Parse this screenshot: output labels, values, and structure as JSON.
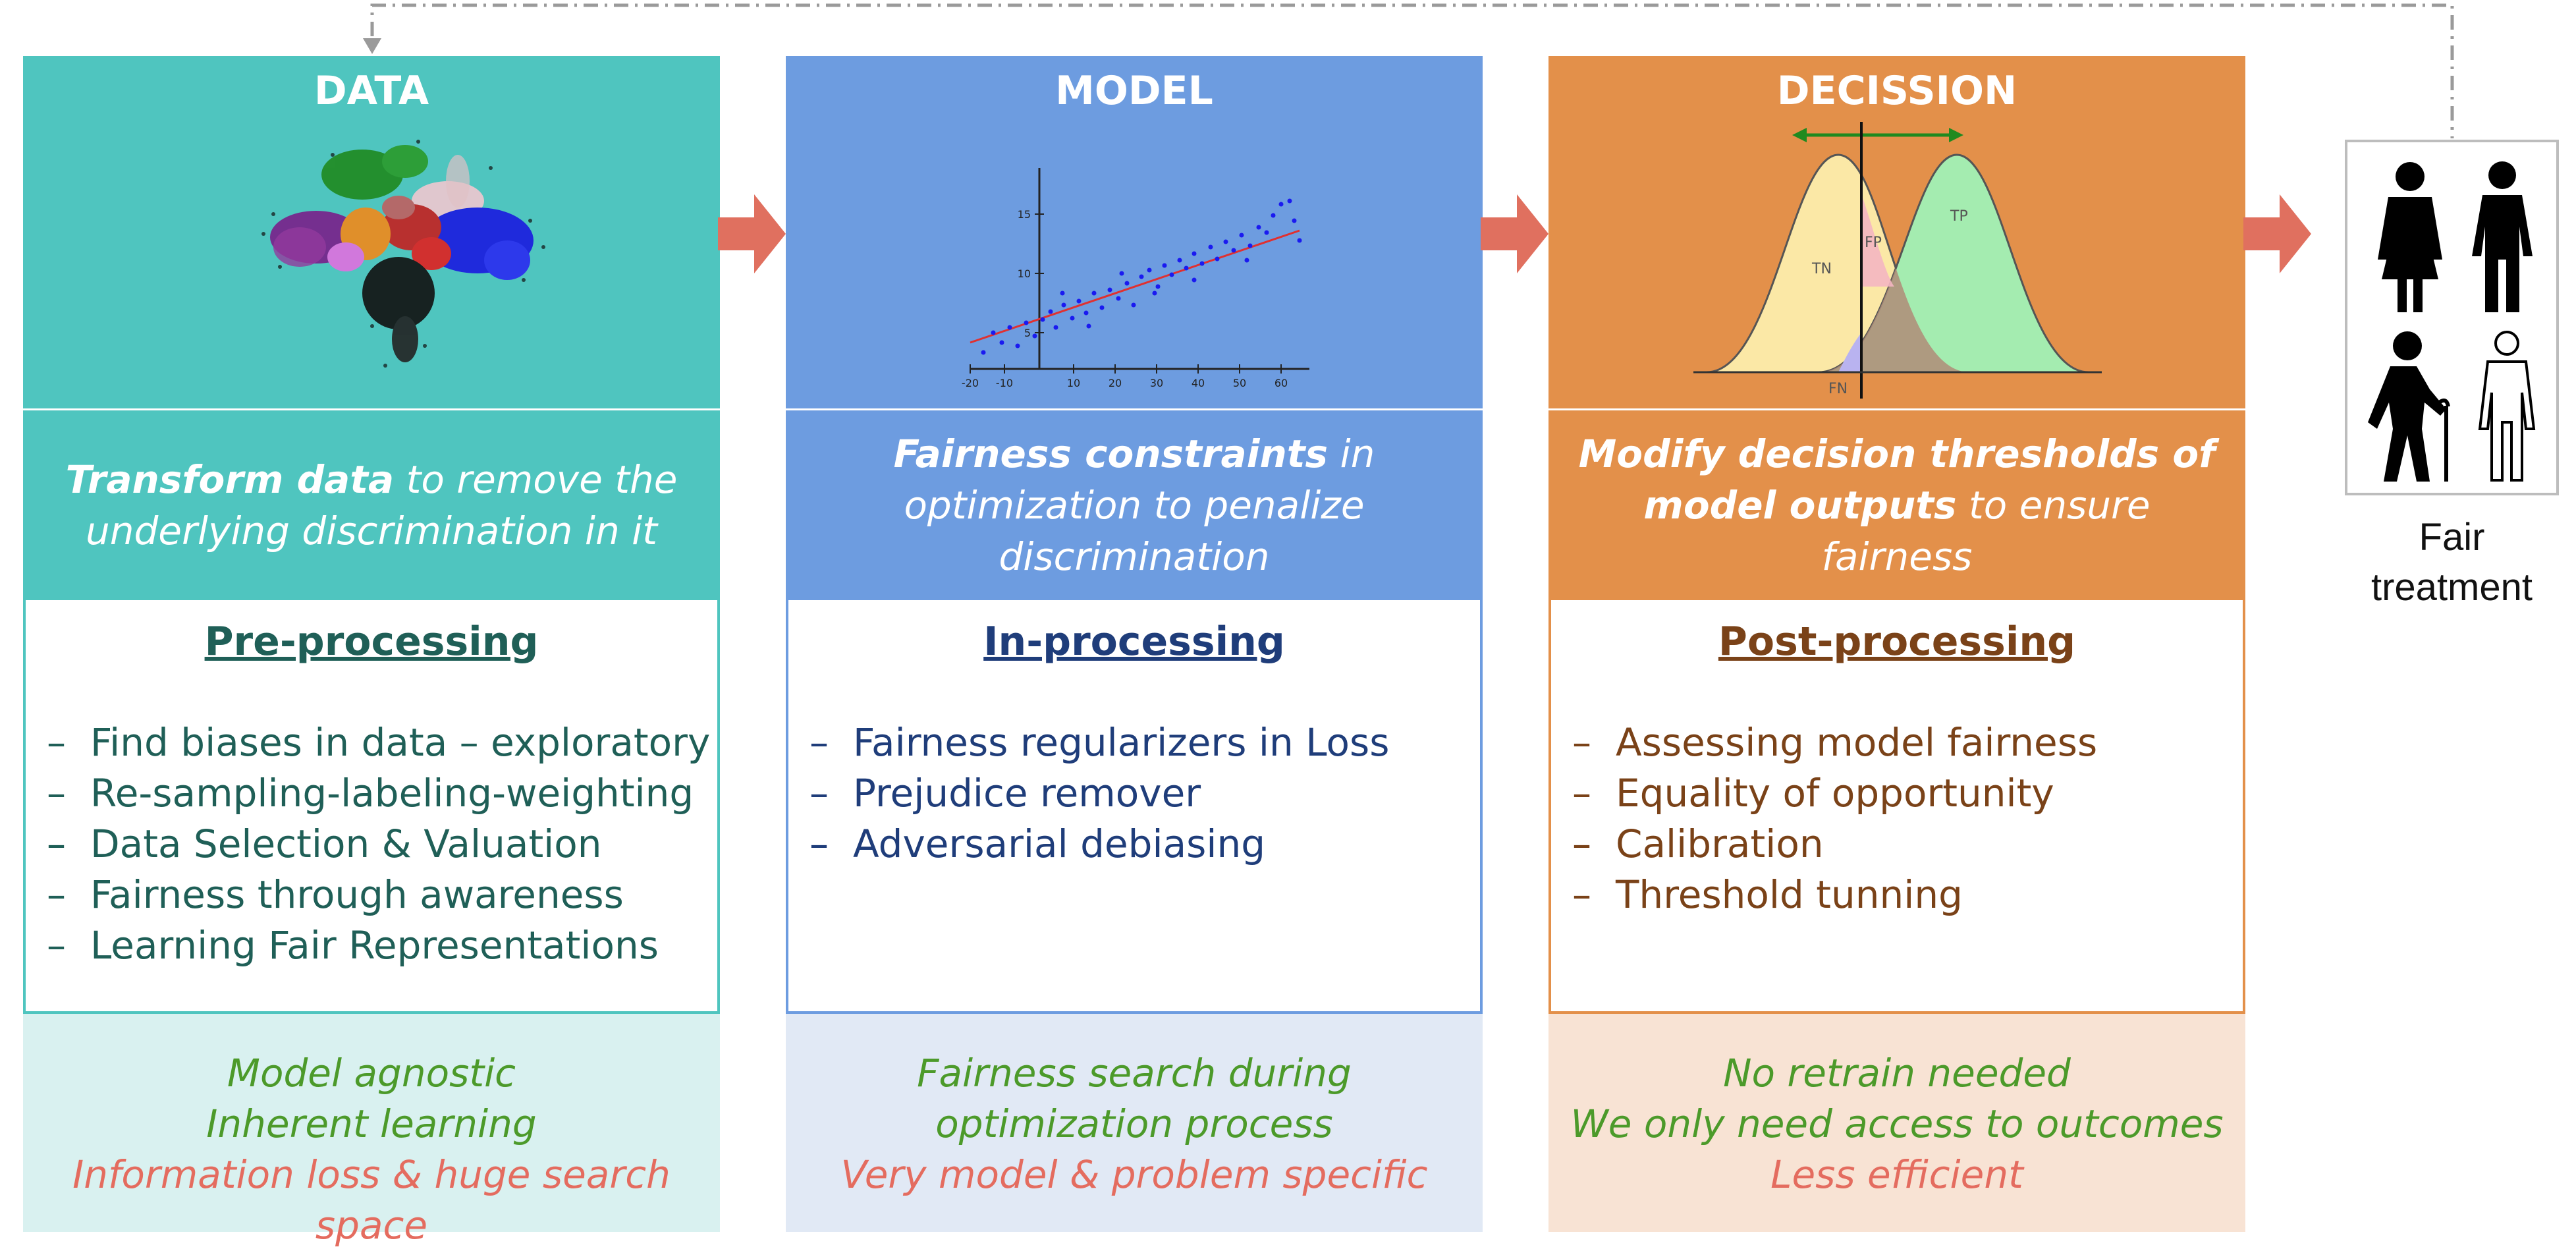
{
  "columns": [
    {
      "id": "data",
      "header": "DATA",
      "description_bold": "Transform data",
      "description_rest": " to remove the underlying discrimination in it",
      "section_title": "Pre-processing",
      "items": [
        "Find biases in data – exploratory",
        "Re-sampling-labeling-weighting",
        "Data Selection & Valuation",
        "Fairness through awareness",
        "Learning Fair Representations"
      ],
      "pros": [
        "Model agnostic",
        "Inherent learning"
      ],
      "cons": [
        "Information loss & huge search space"
      ],
      "colors": {
        "header": "#4fc5bf",
        "text": "#1f5f57",
        "footer": "#d9f1f0"
      }
    },
    {
      "id": "model",
      "header": "MODEL",
      "description_bold": "Fairness constraints",
      "description_rest": " in optimization to penalize discrimination",
      "section_title": "In-processing",
      "items": [
        "Fairness regularizers in Loss",
        "Prejudice remover",
        "Adversarial debiasing"
      ],
      "pros": [
        "Fairness search during",
        "optimization process"
      ],
      "cons": [
        "Very model & problem specific"
      ],
      "colors": {
        "header": "#6d9ce0",
        "text": "#1f3d7a",
        "footer": "#e1e9f5"
      }
    },
    {
      "id": "decision",
      "header": "DECISSION",
      "description_bold": "Modify decision thresholds of model outputs",
      "description_rest": " to ensure fairness",
      "section_title": "Post-processing",
      "items": [
        "Assessing model fairness",
        "Equality of opportunity",
        "Calibration",
        "Threshold tunning"
      ],
      "pros": [
        "No retrain needed",
        "We only need access to outcomes"
      ],
      "cons": [
        "Less efficient"
      ],
      "colors": {
        "header": "#e3904a",
        "text": "#7a4218",
        "footer": "#f8e3d4"
      }
    }
  ],
  "regression_plot": {
    "x_ticks": [
      "-20",
      "-10",
      "10",
      "20",
      "30",
      "40",
      "50",
      "60"
    ],
    "y_ticks": [
      "5",
      "10",
      "15"
    ]
  },
  "distribution_plot": {
    "labels": [
      "TN",
      "FP",
      "TP",
      "FN"
    ]
  },
  "outcome": {
    "label_line1": "Fair",
    "label_line2": "treatment",
    "icons": [
      "woman-icon",
      "man-icon",
      "elderly-person-icon",
      "person-outline-icon"
    ]
  },
  "colors": {
    "arrow": "#e0705f",
    "pro_text": "#4c9a2a",
    "con_text": "#e46c5f"
  }
}
